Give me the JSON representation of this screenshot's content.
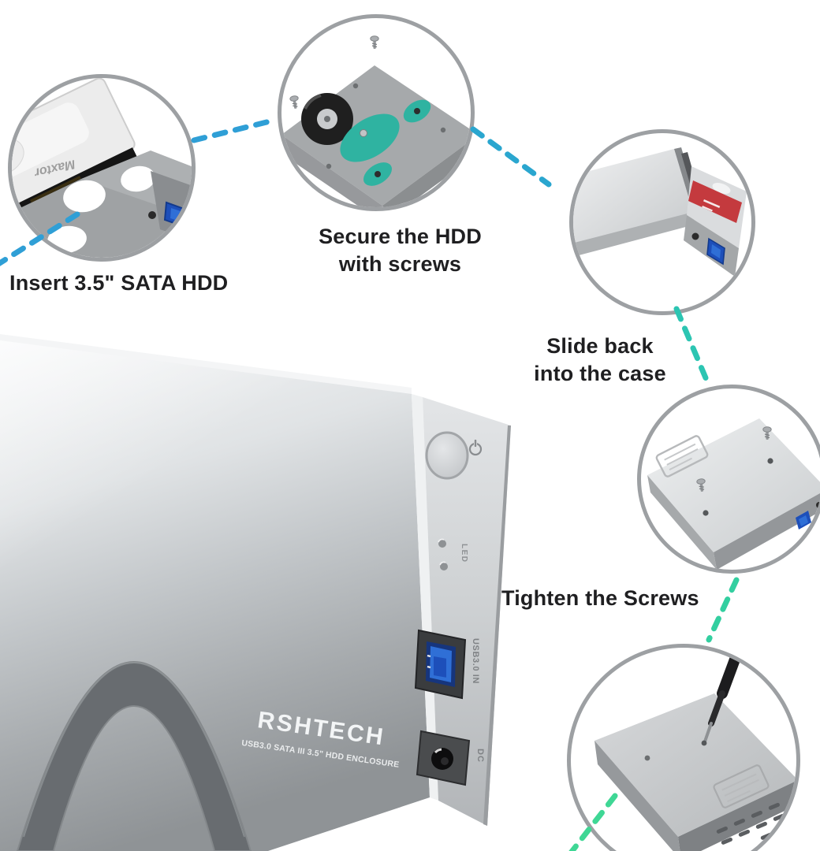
{
  "captions": {
    "step1": [
      "Insert 3.5\" SATA HDD"
    ],
    "step2": [
      "Secure the HDD",
      "with screws"
    ],
    "step3": [
      "Slide back",
      "into the case"
    ],
    "step4": [
      "Tighten the Screws"
    ]
  },
  "product": {
    "brand": "RSHTECH",
    "subtitle": "USB3.0 SATA III 3.5\" HDD ENCLOSURE",
    "port_labels": {
      "usb": "USB3.0 IN",
      "dc": "DC",
      "led": "LED"
    }
  },
  "inset1": {
    "hdd_label": "Maxtor"
  },
  "colors": {
    "dash_blue": "#2f9fd6",
    "dash_cyan": "#2aa6cf",
    "dash_teal": "#2cc5b2",
    "dash_teal_green": "#33cfa0",
    "dash_green": "#3fd795",
    "ring_gray": "#9da0a3",
    "caption_text": "#1f1f21",
    "usb_blue": "#2f6fd6",
    "pcb_teal": "#2fb3a1",
    "hdd_label_red": "#c43a3e"
  }
}
